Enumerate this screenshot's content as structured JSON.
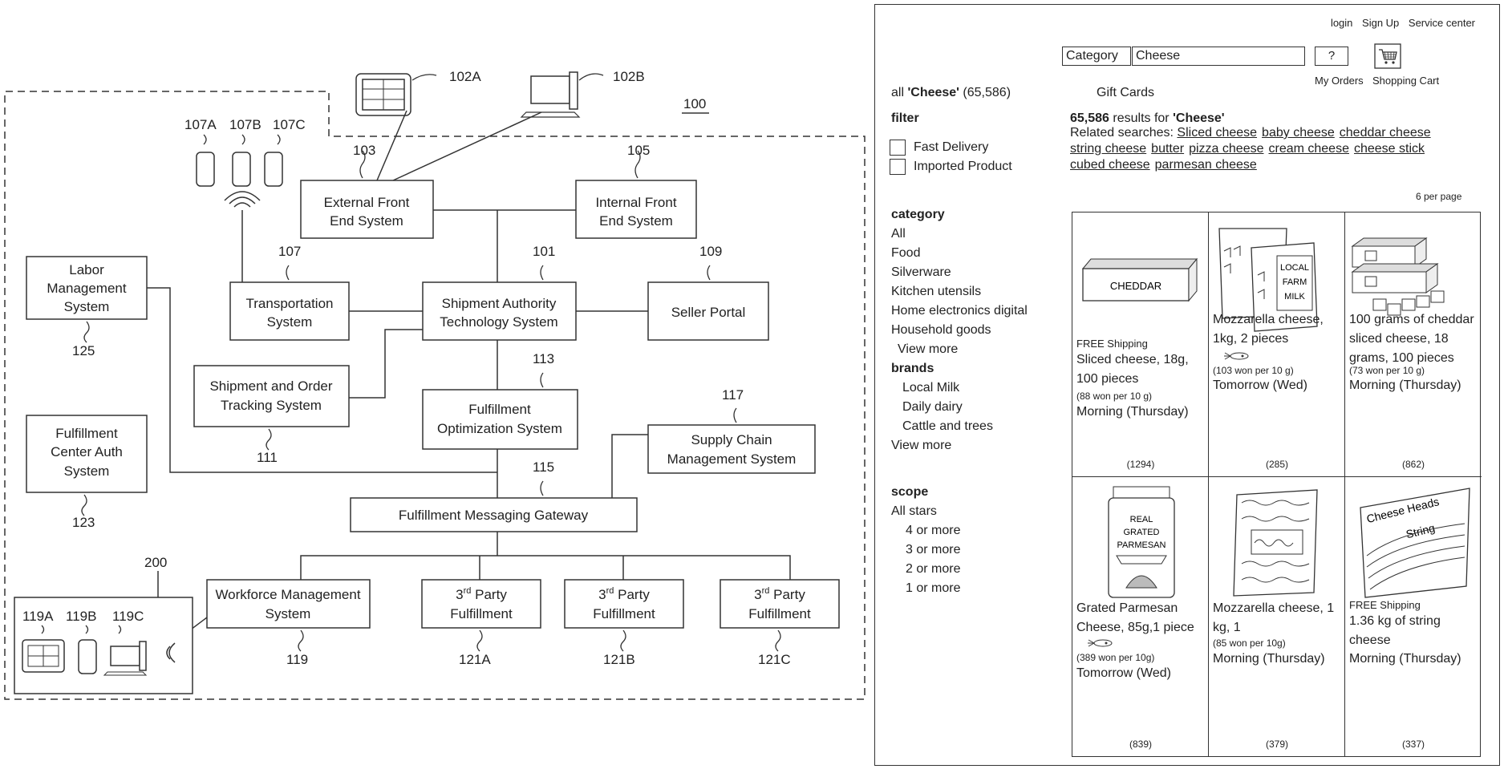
{
  "diagram": {
    "system_ref": "100",
    "devices": {
      "tablet": "102A",
      "desktop": "102B"
    },
    "mobiles": [
      "107A",
      "107B",
      "107C"
    ],
    "boxes": {
      "external": {
        "label": [
          "External Front",
          "End System"
        ],
        "ref": "103"
      },
      "internal": {
        "label": [
          "Internal Front",
          "End System"
        ],
        "ref": "105"
      },
      "labor": {
        "label": [
          "Labor",
          "Management",
          "System"
        ],
        "ref": "125"
      },
      "transport": {
        "label": [
          "Transportation",
          "System"
        ],
        "ref": "107"
      },
      "sat": {
        "label": [
          "Shipment Authority",
          "Technology System"
        ],
        "ref": "101"
      },
      "seller": {
        "label": [
          "Seller Portal"
        ],
        "ref": "109"
      },
      "tracking": {
        "label": [
          "Shipment and Order",
          "Tracking System"
        ],
        "ref": "111"
      },
      "optim": {
        "label": [
          "Fulfillment",
          "Optimization System"
        ],
        "ref": "113"
      },
      "fcauth": {
        "label": [
          "Fulfillment",
          "Center Auth",
          "System"
        ],
        "ref": "123"
      },
      "supply": {
        "label": [
          "Supply Chain",
          "Management System"
        ],
        "ref": "117"
      },
      "gateway": {
        "label": [
          "Fulfillment Messaging Gateway"
        ],
        "ref": "115"
      },
      "workforce": {
        "label": [
          "Workforce Management",
          "System"
        ],
        "ref": "119"
      },
      "party_a": {
        "label_sup": "rd",
        "label": [
          "3",
          "Party",
          "Fulfillment"
        ],
        "ref": "121A"
      },
      "party_b": {
        "label_sup": "rd",
        "label": [
          "3",
          "Party",
          "Fulfillment"
        ],
        "ref": "121B"
      },
      "party_c": {
        "label_sup": "rd",
        "label": [
          "3",
          "Party",
          "Fulfillment"
        ],
        "ref": "121C"
      }
    },
    "group_200": {
      "ref": "200",
      "devices": [
        "119A",
        "119B",
        "119C"
      ]
    }
  },
  "shop": {
    "top_links": [
      "login",
      "Sign Up",
      "Service center"
    ],
    "search": {
      "category": "Category",
      "value": "Cheese",
      "button": "?"
    },
    "my_orders": "My Orders",
    "cart": "Shopping Cart",
    "all_prefix": "all ",
    "all_query": "'Cheese'",
    "all_count": " (65,586)",
    "gift_cards": "Gift Cards",
    "filter": {
      "title": "filter",
      "options": [
        "Fast Delivery",
        "Imported Product"
      ]
    },
    "results_count": "65,586",
    "results_mid": " results for ",
    "results_query": "'Cheese'",
    "related_label": "Related searches:",
    "related": [
      "Sliced cheese",
      "baby cheese",
      "cheddar cheese",
      "string cheese",
      "butter",
      "pizza cheese",
      "cream cheese",
      "cheese stick",
      "cubed cheese",
      "parmesan cheese"
    ],
    "per_page": "6 per page",
    "category": {
      "title": "category",
      "items": [
        "All",
        "Food",
        "Silverware",
        "Kitchen utensils",
        "Home electronics digital",
        "Household goods"
      ],
      "more": "View more"
    },
    "brands": {
      "title": "brands",
      "items": [
        "Local Milk",
        "Daily dairy",
        "Cattle and trees"
      ],
      "more": "View more"
    },
    "scope": {
      "title": "scope",
      "items": [
        "All stars",
        "4 or more",
        "3 or more",
        "2 or more",
        "1 or more"
      ]
    },
    "products": [
      {
        "ship": "FREE Shipping",
        "name": "Sliced cheese, 18g, 100 pieces",
        "unit": "(88 won per 10 g)",
        "delivery": "Morning (Thursday)",
        "count": "(1294)",
        "pic_text": "CHEDDAR"
      },
      {
        "ship": "",
        "name": "Mozzarella cheese, 1kg, 2 pieces",
        "unit": "(103 won per 10 g)",
        "delivery": "Tomorrow (Wed)",
        "count": "(285)",
        "pic_text": [
          "LOCAL",
          "FARM",
          "MILK"
        ]
      },
      {
        "ship": "",
        "name": "100 grams of cheddar sliced cheese, 18 grams, 100 pieces",
        "unit": "(73 won per 10 g)",
        "delivery": "Morning (Thursday)",
        "count": "(862)"
      },
      {
        "ship": "",
        "name": "Grated Parmesan Cheese, 85g,1 piece",
        "unit": "(389 won per 10g)",
        "delivery": "Tomorrow (Wed)",
        "count": "(839)",
        "pic_text": [
          "REAL",
          "GRATED",
          "PARMESAN"
        ]
      },
      {
        "ship": "",
        "name": "Mozzarella cheese, 1 kg, 1",
        "unit": "(85 won per 10g)",
        "delivery": "Morning (Thursday)",
        "count": "(379)"
      },
      {
        "ship": "FREE Shipping",
        "name": "1.36 kg of string cheese",
        "unit": "",
        "delivery": "Morning (Thursday)",
        "count": "(337)",
        "pic_text": [
          "Cheese Heads",
          "String"
        ]
      }
    ]
  }
}
